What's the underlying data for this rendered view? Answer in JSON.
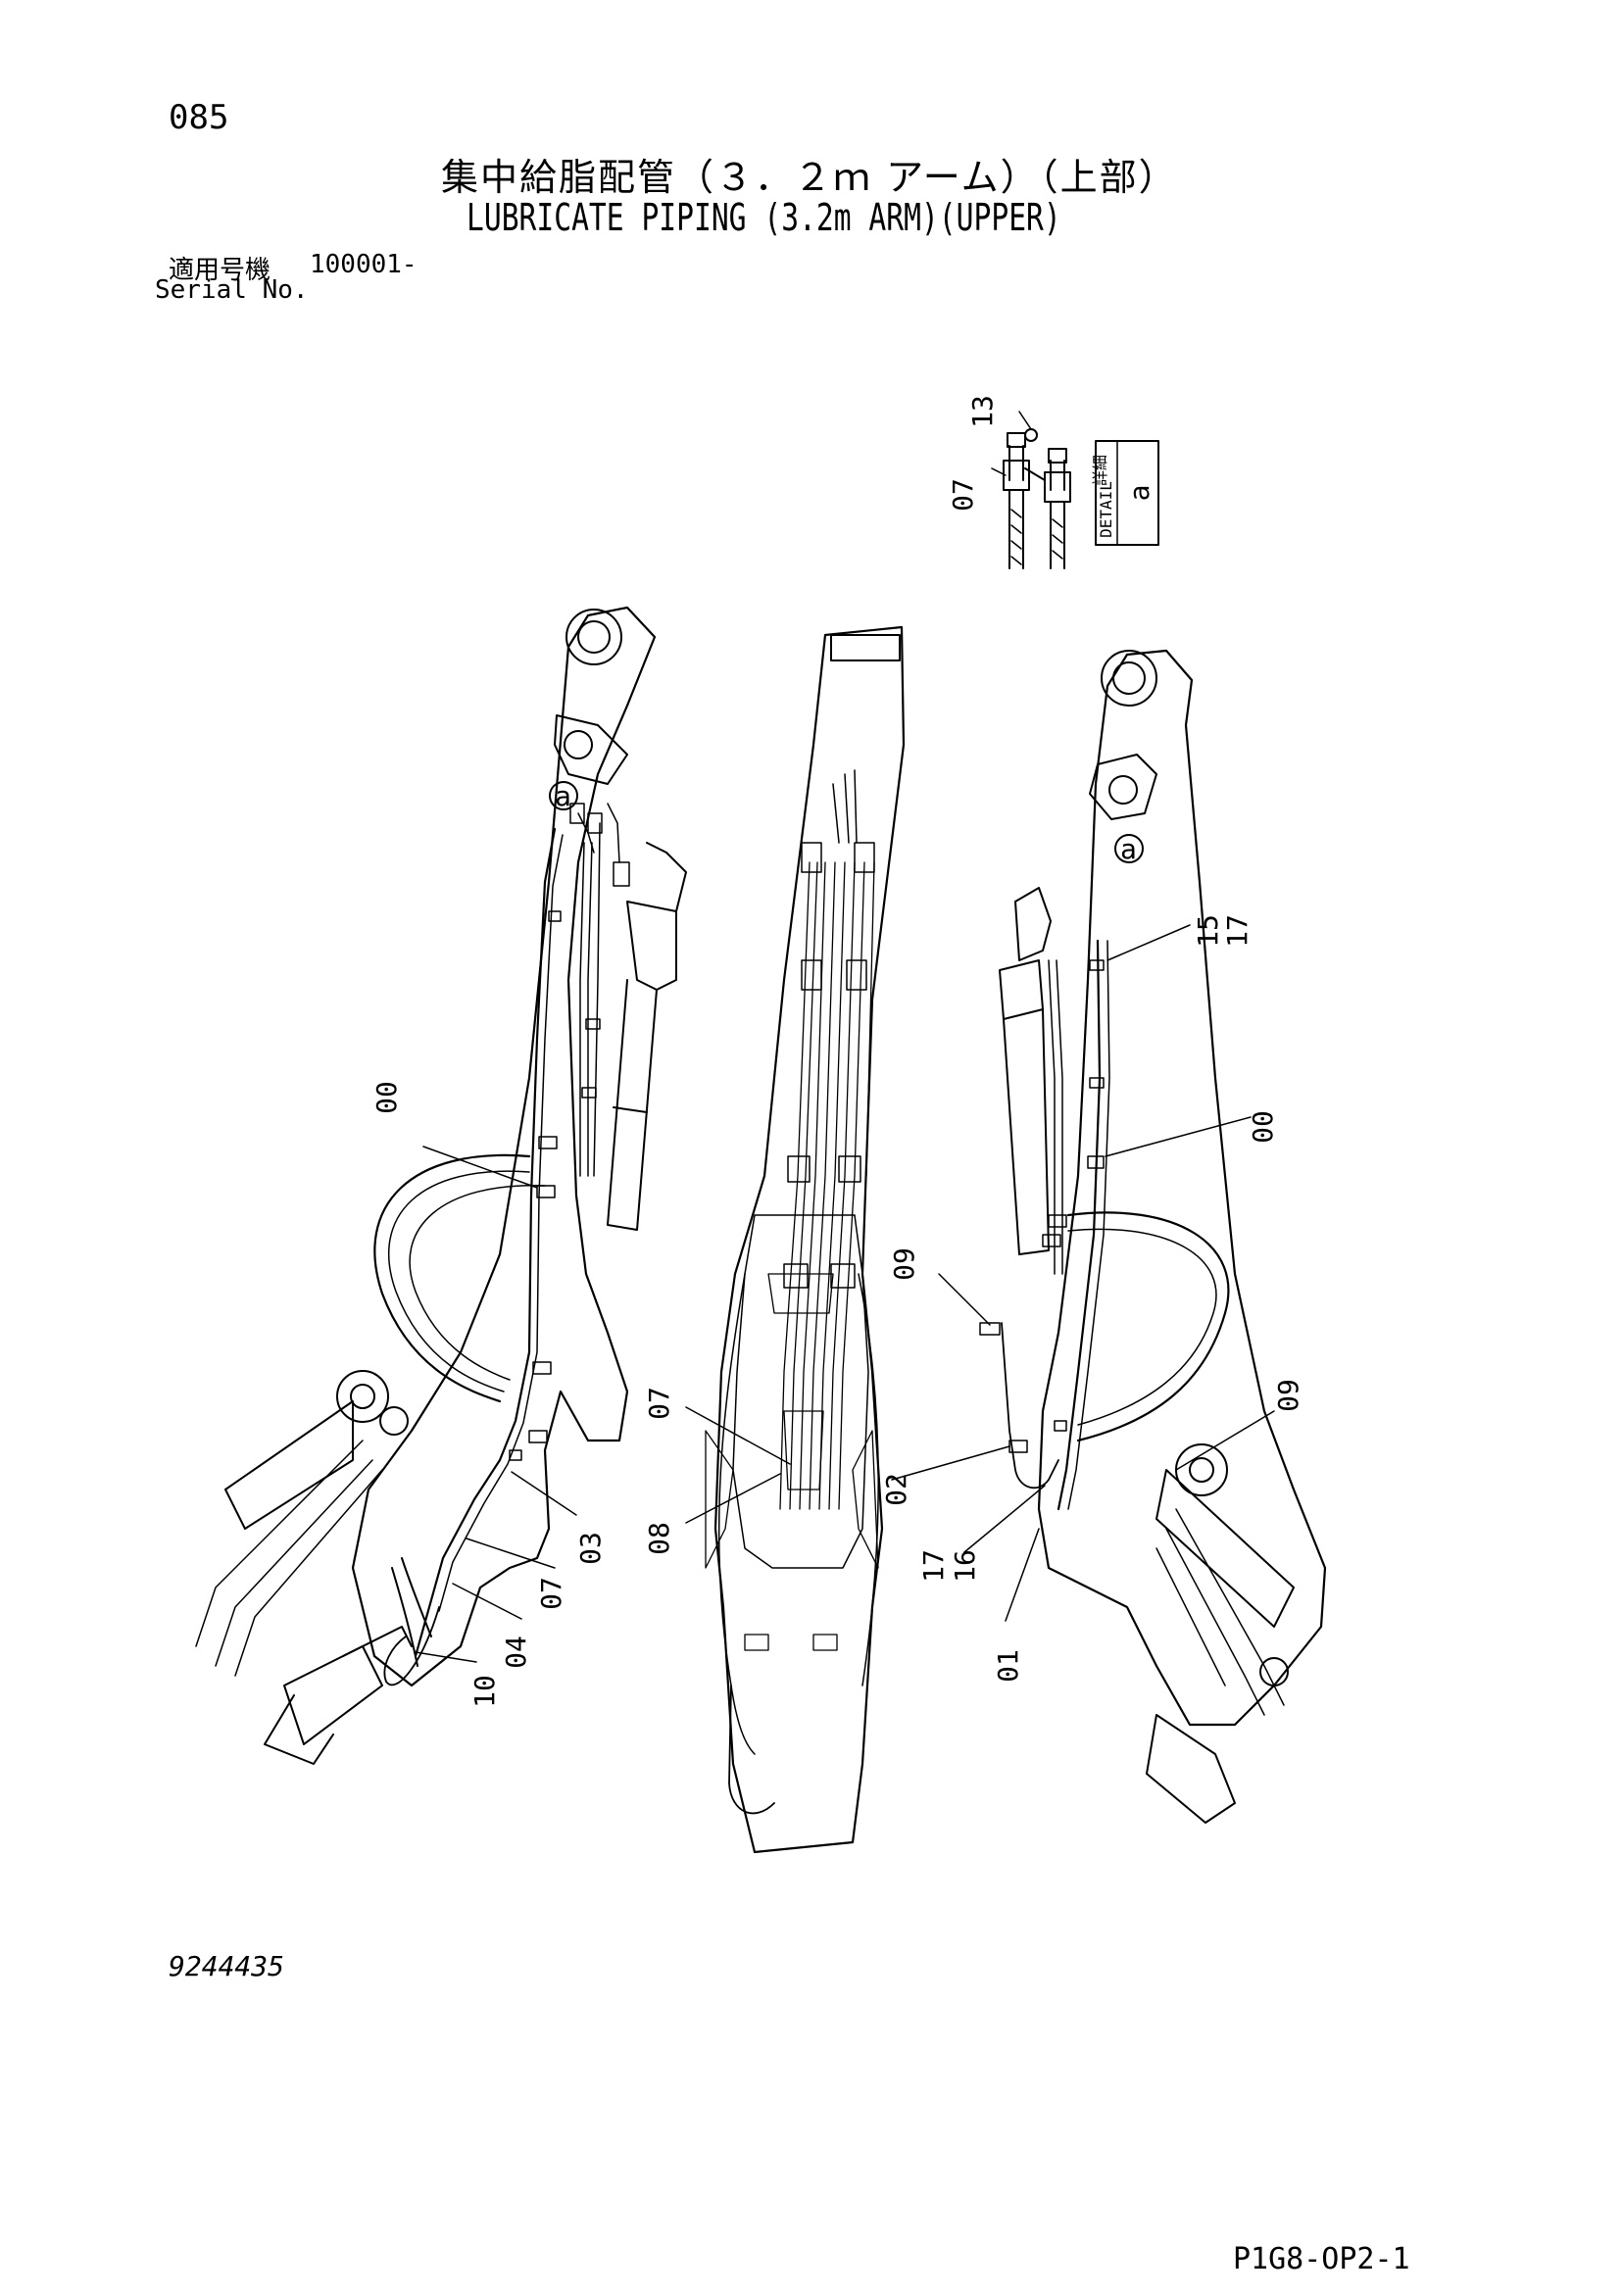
{
  "header": {
    "page_number": "085",
    "title_jp": "集中給脂配管（３．２ｍ アーム）（上部）",
    "title_en": "LUBRICATE PIPING (3.2m ARM)(UPPER)",
    "serial_label_jp": "適用号機",
    "serial_value": "100001-",
    "serial_label_en": "Serial No."
  },
  "detail": {
    "label_jp": "詳細",
    "label_en": "DETAIL",
    "letter": "a",
    "parts": [
      "13",
      "07"
    ]
  },
  "callouts": {
    "left_view": [
      "00",
      "03",
      "07",
      "04",
      "10"
    ],
    "center_view": [
      "07",
      "08"
    ],
    "right_view": [
      "15",
      "17",
      "00",
      "09",
      "09",
      "02",
      "17",
      "16",
      "01"
    ],
    "detail_marks": [
      "a",
      "a"
    ]
  },
  "footer": {
    "document_number": "9244435",
    "page_ref": "P1G8-OP2-1"
  },
  "colors": {
    "ink": "#000000",
    "paper": "#ffffff"
  }
}
